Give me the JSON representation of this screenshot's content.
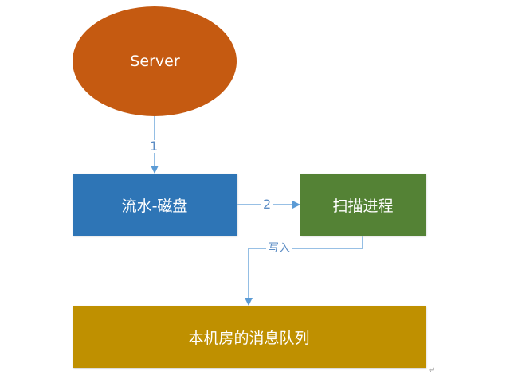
{
  "nodes": {
    "server": {
      "label": "Server",
      "color": "#C55A11"
    },
    "disk": {
      "label": "流水-磁盘",
      "color": "#2E75B6"
    },
    "scanner": {
      "label": "扫描进程",
      "color": "#548235"
    },
    "queue": {
      "label": "本机房的消息队列",
      "color": "#BF9000"
    }
  },
  "edges": {
    "e1": {
      "label": "1"
    },
    "e2": {
      "label": "2"
    },
    "e3": {
      "label": "写入"
    }
  },
  "line_color": "#5B9BD5",
  "paragraph_mark": "↵"
}
